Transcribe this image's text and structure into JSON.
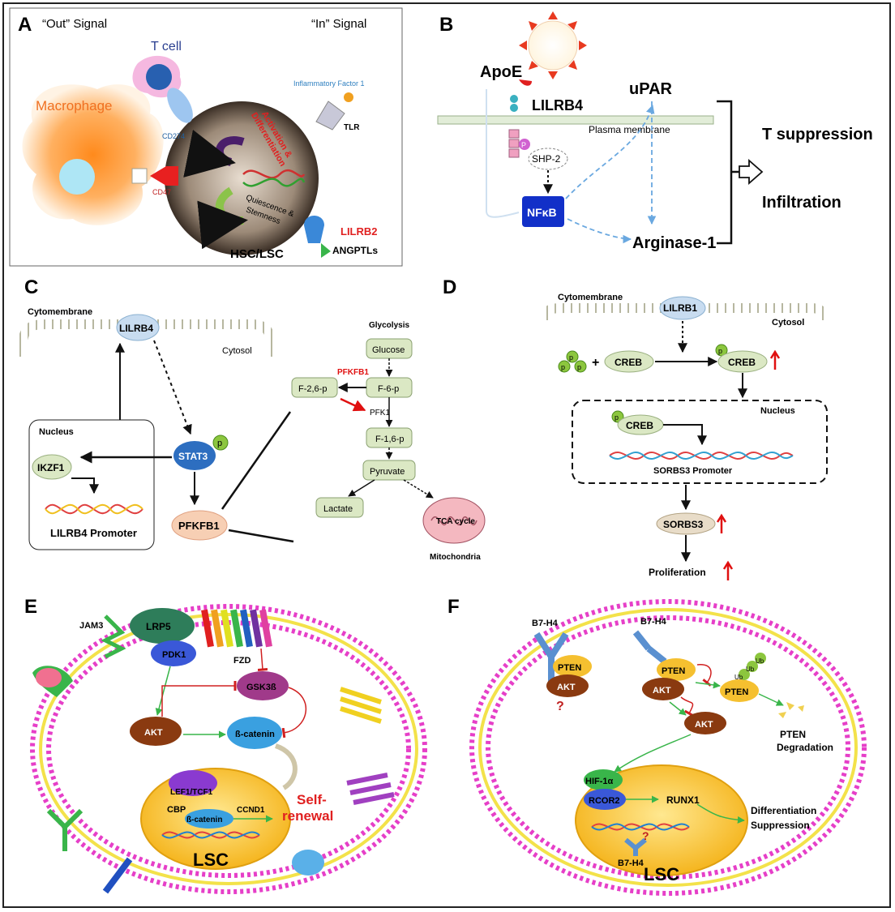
{
  "colors": {
    "membrane_pink": "#e63fc8",
    "membrane_yellow": "#f3e24a",
    "lsc_nucleus": "#f5b51e",
    "node_green": "#dbe8c4",
    "nfkb_blue": "#1230c8",
    "red_arrow": "#e01010",
    "macrophage": "#ffb060"
  },
  "panelA": {
    "letter": "A",
    "out_signal": "“Out” Signal",
    "in_signal": "“In” Signal",
    "tcell": "T cell",
    "macrophage": "Macrophage",
    "cd274": "CD274",
    "cd47": "CD47",
    "inflammatory": "Inflammatory Factor 1",
    "tlr": "TLR",
    "activation": "Activation &",
    "differentiation": "Differentiation",
    "quiescence": "Quiescence &",
    "stemness": "Stemness",
    "lilrb2": "LILRB2",
    "angptls": "ANGPTLs",
    "hsc": "HSC/LSC"
  },
  "panelB": {
    "letter": "B",
    "apoe": "ApoE",
    "lilrb4": "LILRB4",
    "upar": "uPAR",
    "plasma": "Plasma membrane",
    "p": "P",
    "shp2": "SHP-2",
    "nfkb": "NFκB",
    "arginase": "Arginase-1",
    "tsup": "T suppression",
    "infil": "Infiltration"
  },
  "panelC": {
    "letter": "C",
    "cytomembrane": "Cytomembrane",
    "lilrb4": "LILRB4",
    "cytosol": "Cytosol",
    "nucleus": "Nucleus",
    "ikzf1": "IKZF1",
    "stat3": "STAT3",
    "p": "p",
    "pfkfb1": "PFKFB1",
    "promoter": "LILRB4 Promoter",
    "glycolysis": "Glycolysis",
    "glucose": "Glucose",
    "pfkfb1_red": "PFKFB1",
    "f26p": "F-2,6-p",
    "f6p": "F-6-p",
    "pfk1": "PFK1",
    "f16p": "F-1,6-p",
    "pyruvate": "Pyruvate",
    "lactate": "Lactate",
    "tca": "TCA cycle",
    "mito": "Mitochondria"
  },
  "panelD": {
    "letter": "D",
    "cytomembrane": "Cytomembrane",
    "lilrb1": "LILRB1",
    "cytosol": "Cytosol",
    "p": "p",
    "plus": "+",
    "creb": "CREB",
    "nucleus": "Nucleus",
    "sorbs3_promoter": "SORBS3 Promoter",
    "sorbs3": "SORBS3",
    "proliferation": "Proliferation"
  },
  "panelE": {
    "letter": "E",
    "jam3": "JAM3",
    "lrp5": "LRP5",
    "pdk1": "PDK1",
    "fzd": "FZD",
    "gsk3b": "GSK3ß",
    "akt": "AKT",
    "bcat": "ß-catenin",
    "lef": "LEF1/TCF1",
    "cbp": "CBP",
    "ccnd1": "CCND1",
    "bcat2": "ß-catenin",
    "self": "Self-",
    "renewal": "renewal",
    "lsc": "LSC"
  },
  "panelF": {
    "letter": "F",
    "b7h4a": "B7-H4",
    "b7h4b": "B7-H4",
    "pten": "PTEN",
    "akt": "AKT",
    "q": "?",
    "pten2": "PTEN",
    "akt2": "AKT",
    "pten3": "PTEN",
    "ub": "Ub",
    "akt3": "AKT",
    "pten_deg1": "PTEN",
    "pten_deg2": "Degradation",
    "hif": "HIF-1α",
    "rcor2": "RCOR2",
    "runx1": "RUNX1",
    "diff1": "Differentiation",
    "diff2": "Suppression",
    "b7h4c": "B7-H4",
    "lsc": "LSC"
  }
}
